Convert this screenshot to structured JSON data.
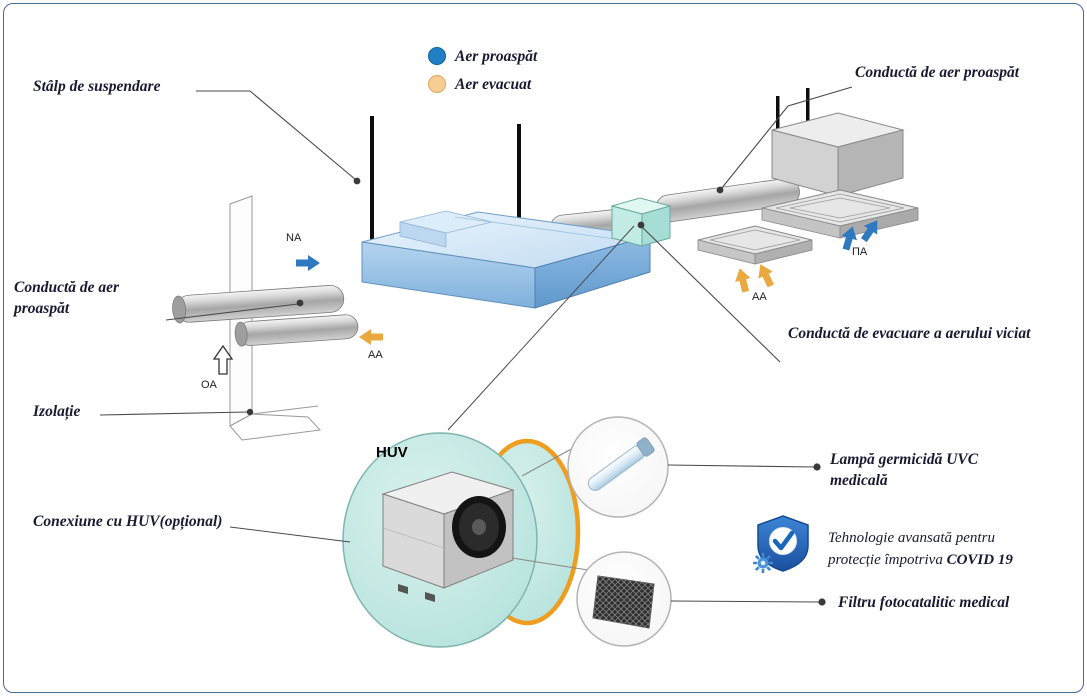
{
  "legend": {
    "fresh_air": "Aer proaspăt",
    "exhaust_air": "Aer evacuat"
  },
  "callouts": {
    "suspension_pole": "Stâlp de suspendare",
    "fresh_air_duct_top_right": "Conductă de aer proaspăt",
    "fresh_air_duct_left": "Conductă de aer proaspăt",
    "exhaust_air_duct": "Conductă de evacuare a aerului viciat",
    "insulation": "Izolație",
    "huv_connection": "Conexiune cu HUV(opțional)",
    "uvc_lamp": "Lampă germicidă UVC medicală",
    "covid_line1": "Tehnologie avansată pentru",
    "covid_line2_prefix": "protecție împotriva ",
    "covid_line2_bold": "COVID 19",
    "photocatalytic_filter": "Filtru fotocatalitic medical"
  },
  "diagram": {
    "huv_label": "HUV",
    "flow_labels": {
      "na": "NA",
      "aa_left": "AA",
      "oa": "OA",
      "aa_right": "AA",
      "pa": "ПА"
    }
  },
  "colors": {
    "fresh_air_blue": "#2080c4",
    "exhaust_air_orange": "#f6cd92",
    "arrow_orange": "#e9a93f",
    "unit_blue": "#7fb0dc",
    "huv_teal": "#bce5e0",
    "huv_ring_orange": "#ef9d1f",
    "frame_border": "#44699d",
    "label_text": "#191932"
  }
}
